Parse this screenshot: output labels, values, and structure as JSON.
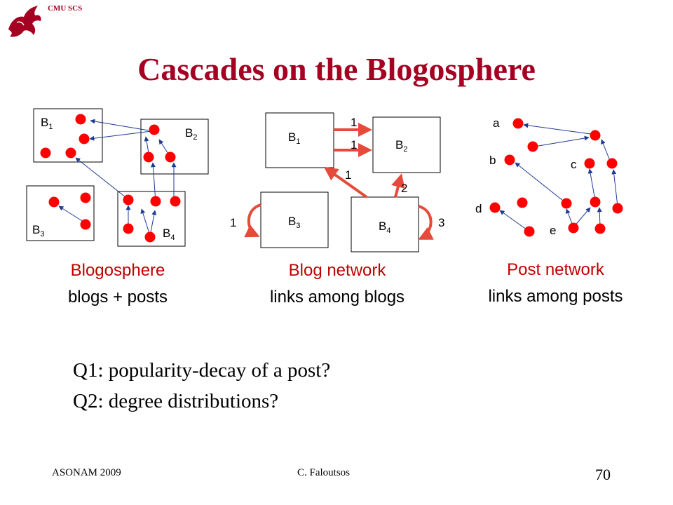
{
  "header": {
    "logo_text": "CMU SCS"
  },
  "title": "Cascades on the Blogosphere",
  "diagrams": {
    "blogosphere": {
      "blocks": {
        "b1": "B",
        "b2": "B",
        "b3": "B",
        "b4": "B",
        "s1": "1",
        "s2": "2",
        "s3": "3",
        "s4": "4"
      },
      "caption_line1": "Blogosphere",
      "caption_line2": "blogs + posts"
    },
    "blog_network": {
      "blocks": {
        "b1": "B",
        "b2": "B",
        "b3": "B",
        "b4": "B",
        "s1": "1",
        "s2": "2",
        "s3": "3",
        "s4": "4"
      },
      "edge_weights": {
        "b1_to_b2_top": "1",
        "b1_to_b2_bottom": "1",
        "b4_to_b1": "1",
        "b4_to_b2": "2",
        "b3_self": "1",
        "b4_self": "3"
      },
      "caption_line1": "Blog network",
      "caption_line2": "links among blogs"
    },
    "post_network": {
      "node_labels": {
        "a": "a",
        "b": "b",
        "c": "c",
        "d": "d",
        "e": "e"
      },
      "caption_line1": "Post network",
      "caption_line2": "links among posts"
    }
  },
  "questions": [
    "Q1: popularity-decay of a post?",
    "Q2: degree distributions?"
  ],
  "footer": {
    "left": "ASONAM 2009",
    "center": "C. Faloutsos",
    "page": "70"
  },
  "colors": {
    "title": "#a50021",
    "node": "#ff0000",
    "edge": "#1f3a93",
    "caption_red": "#c00000"
  }
}
